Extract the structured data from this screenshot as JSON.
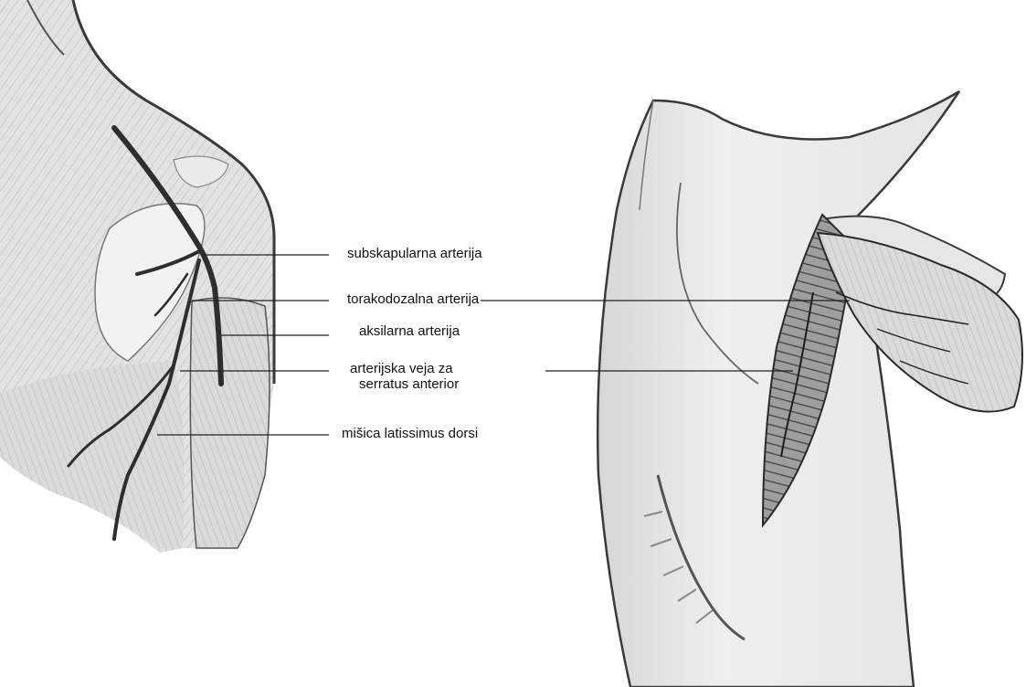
{
  "labels": {
    "subscapular": "subskapularna arterija",
    "thoracodorsal": "torakodozalna arterija",
    "axillary": "aksilarna arterija",
    "serratus_line1": "arterijska veja za",
    "serratus_line2": "serratus anterior",
    "latissimus": "mišica latissimus dorsi"
  },
  "colors": {
    "background": "#ffffff",
    "skin_fill": "#eeeeee",
    "muscle_fill": "#dcdcdc",
    "outline": "#3a3a3a",
    "artery": "#2e2e2e",
    "leader_line": "#222222",
    "label_text": "#111111"
  }
}
